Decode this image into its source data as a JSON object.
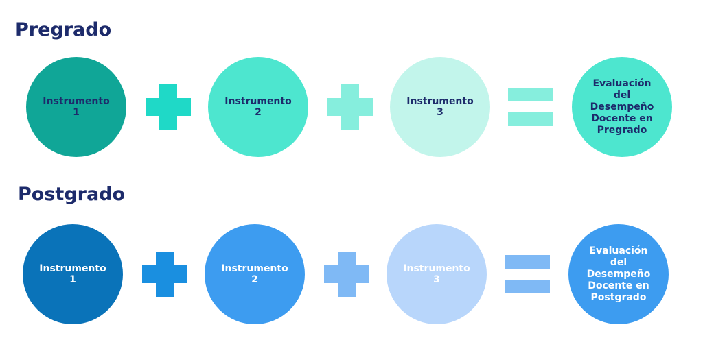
{
  "pregrado": {
    "title": "Pregrado",
    "instrument1": "Instrumento\n1",
    "instrument2": "Instrumento\n2",
    "instrument3": "Instrumento\n3",
    "result": "Evaluación\ndel\nDesempeño\nDocente en\nPregrado",
    "colors": {
      "circle1": "#10a697",
      "circle2": "#4de6cf",
      "circle3": "#c2f5eb",
      "result": "#4de6cf",
      "plus1": "#1fd9c7",
      "plus2": "#86eedd",
      "equals": "#86eedd",
      "text": "#1d2b6b"
    }
  },
  "postgrado": {
    "title": "Postgrado",
    "instrument1": "Instrumento\n1",
    "instrument2": "Instrumento\n2",
    "instrument3": "Instrumento\n3",
    "result": "Evaluación\ndel\nDesempeño\nDocente en\nPostgrado",
    "colors": {
      "circle1": "#0a73b9",
      "circle2": "#3d9cf0",
      "circle3": "#b8d6fb",
      "result": "#3d9cf0",
      "plus1": "#1a8fe0",
      "plus2": "#7fb9f5",
      "equals": "#7fb9f5",
      "text": "#ffffff"
    }
  }
}
